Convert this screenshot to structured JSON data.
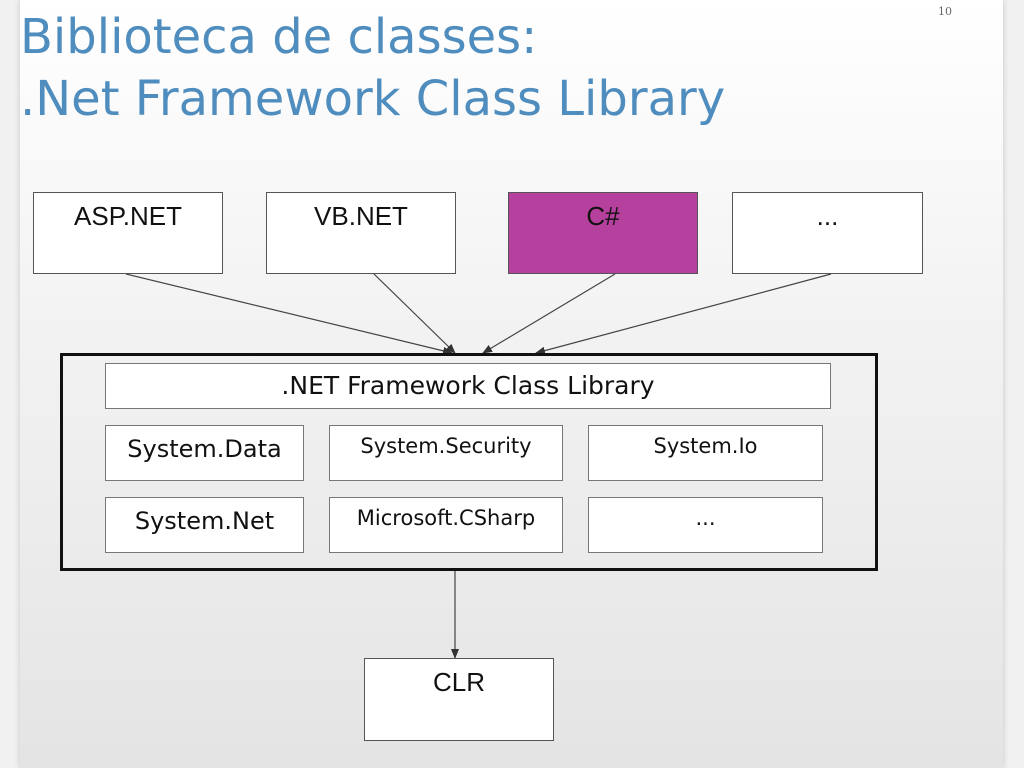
{
  "slide": {
    "title_line1": "Biblioteca de classes:",
    "title_line2": ".Net Framework Class Library",
    "page_number": "10"
  },
  "languages": [
    {
      "label": "ASP.NET"
    },
    {
      "label": "VB.NET"
    },
    {
      "label": "C#"
    },
    {
      "label": "..."
    }
  ],
  "framework": {
    "header": ".NET Framework Class Library",
    "modules": [
      {
        "label": "System.Data"
      },
      {
        "label": "System.Security"
      },
      {
        "label": "System.Io"
      },
      {
        "label": "System.Net"
      },
      {
        "label": "Microsoft.CSharp"
      },
      {
        "label": "..."
      }
    ]
  },
  "runtime": {
    "label": "CLR"
  },
  "colors": {
    "title": "#4f8dbe",
    "highlight_box": "#b5409e"
  }
}
